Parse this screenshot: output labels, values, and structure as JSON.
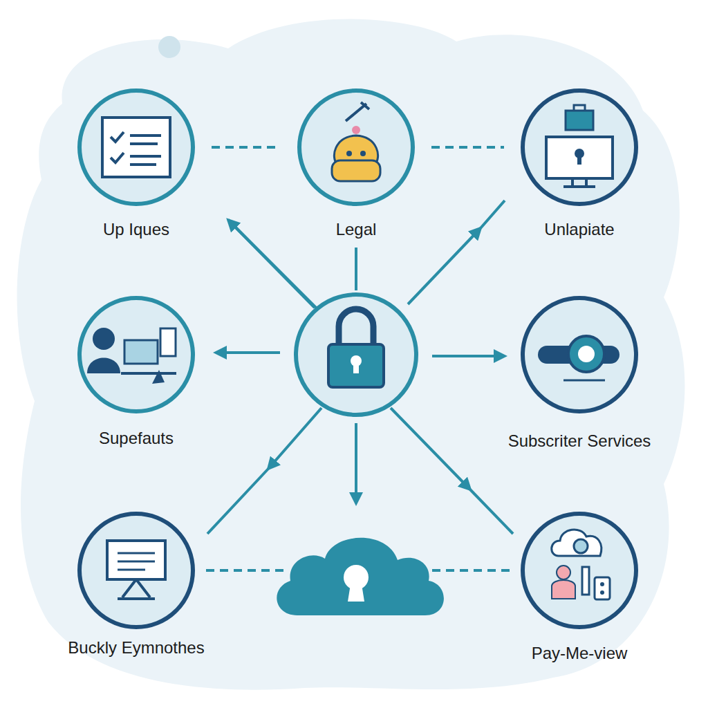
{
  "diagram": {
    "nodes": [
      {
        "text": [
          "Up Iques"
        ]
      },
      {
        "text": [
          "Legal"
        ]
      },
      {
        "text": [
          "Unlapiate"
        ]
      },
      {
        "text": [
          "Supefauts"
        ]
      },
      {
        "text": [
          "Subscriter Services"
        ]
      },
      {
        "text": [
          "Buckly Eymnothes"
        ]
      },
      {
        "text": [
          "Pay-Me-view"
        ]
      }
    ],
    "edges": [
      {
        "from": 0,
        "to": 1,
        "arrow": "none"
      },
      {
        "from": 1,
        "to": 2,
        "arrow": "none"
      }
    ]
  }
}
